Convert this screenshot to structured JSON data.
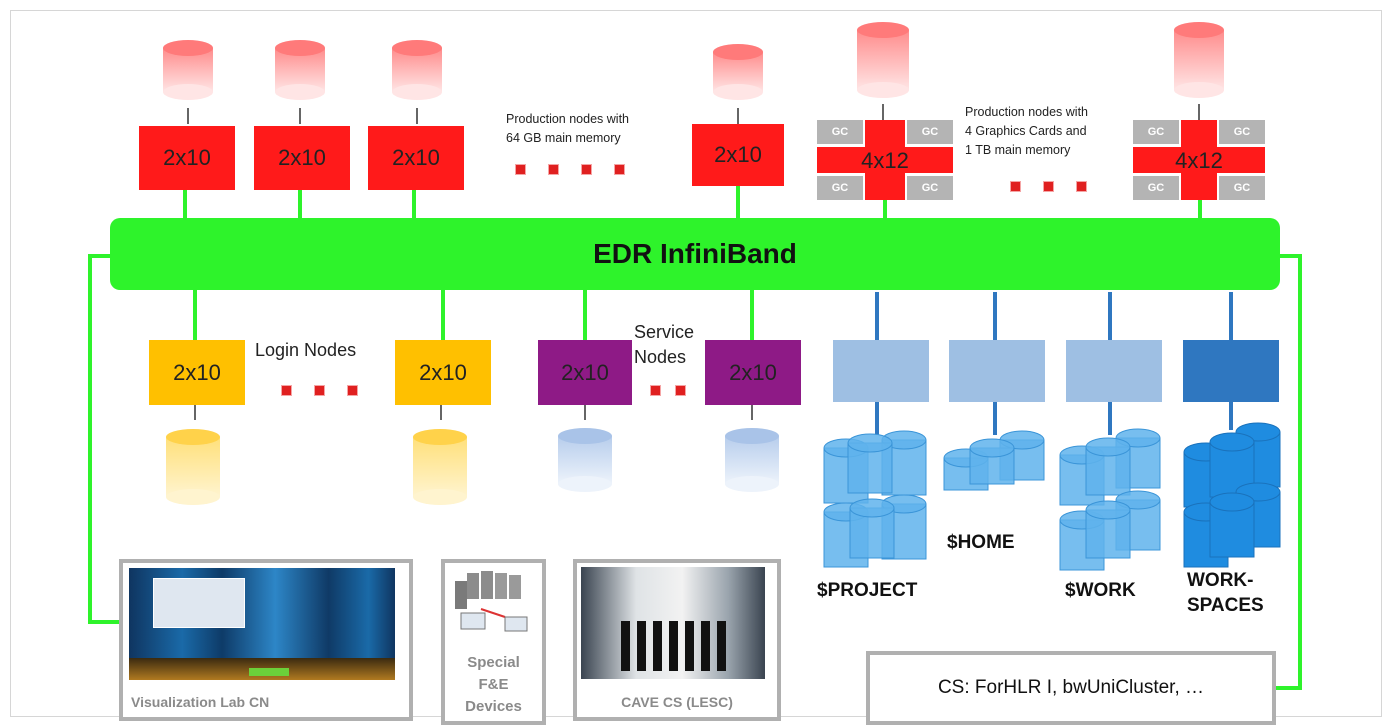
{
  "compute_nodes": {
    "production_64gb": [
      "2x10",
      "2x10",
      "2x10",
      "2x10"
    ],
    "production_gpu": [
      "4x12",
      "4x12"
    ],
    "gc_label": "GC"
  },
  "notes": {
    "prod_64gb": [
      "Production nodes with",
      "64 GB main memory"
    ],
    "prod_gpu": [
      "Production nodes with",
      "4 Graphics Cards and",
      "1 TB main memory"
    ]
  },
  "network": {
    "label": "EDR InfiniBand"
  },
  "login": {
    "label": "Login Nodes",
    "nodes": [
      "2x10",
      "2x10"
    ]
  },
  "service": {
    "label_line1": "Service",
    "label_line2": "Nodes",
    "nodes": [
      "2x10",
      "2x10"
    ]
  },
  "storage": [
    "$PROJECT",
    "$HOME",
    "$WORK",
    "WORK-",
    "SPACES"
  ],
  "bottom": {
    "viz": "Visualization Lab CN",
    "special": [
      "Special",
      "F&E",
      "Devices"
    ],
    "cave": "CAVE CS (LESC)",
    "cs": "CS: ForHLR I, bwUniCluster, …"
  },
  "colors": {
    "green": "#2ef32b",
    "red": "#ff1a1a",
    "orange": "#ffc000",
    "purple": "#8e1a86",
    "storage": "#9ebfe3",
    "storage_dark": "#2f77c0"
  }
}
